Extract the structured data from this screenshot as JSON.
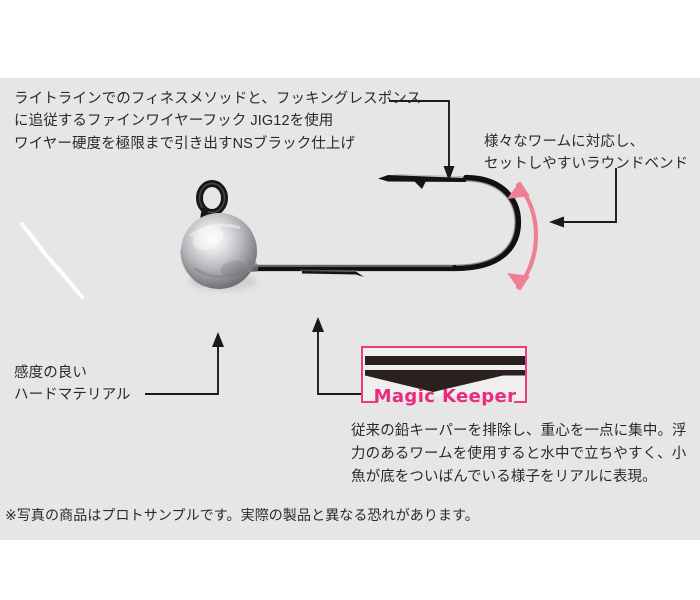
{
  "page": {
    "background_color": "#ffffff",
    "panel_color": "#e6e6e6",
    "accent_pink": "#ec2a7b",
    "line_color": "#1a1a1a"
  },
  "callouts": {
    "top_left": "ライトラインでのフィネスメソッドと、フッキングレスポンス\nに追従するファインワイヤーフック JIG12を使用\nワイヤー硬度を極限まで引き出すNSブラック仕上げ",
    "top_right": "様々なワームに対応し、\nセットしやすいラウンドベンド",
    "bottom_left": "感度の良い\nハードマテリアル"
  },
  "magic_keeper": {
    "label": "Magic Keeper",
    "description": "従来の鉛キーパーを排除し、重心を一点に集中。浮\n力のあるワームを使用すると水中で立ちやすく、小\n魚が底をついばんでいる様子をリアルに表現。",
    "border_color": "#ec3c84",
    "text_color": "#ec2a7b"
  },
  "disclaimer": "※写真の商品はプロトサンプルです。実際の製品と異なる恐れがあります。",
  "product": {
    "type": "round-head-jig",
    "head_material": "lead",
    "hook_finish": "NS Black",
    "hook_model": "JIG12",
    "bend_type": "round-bend"
  },
  "annotations": {
    "bend_arrow_color": "#ef7f93",
    "bend_arrow_kind": "double-headed-curved-arrow"
  }
}
